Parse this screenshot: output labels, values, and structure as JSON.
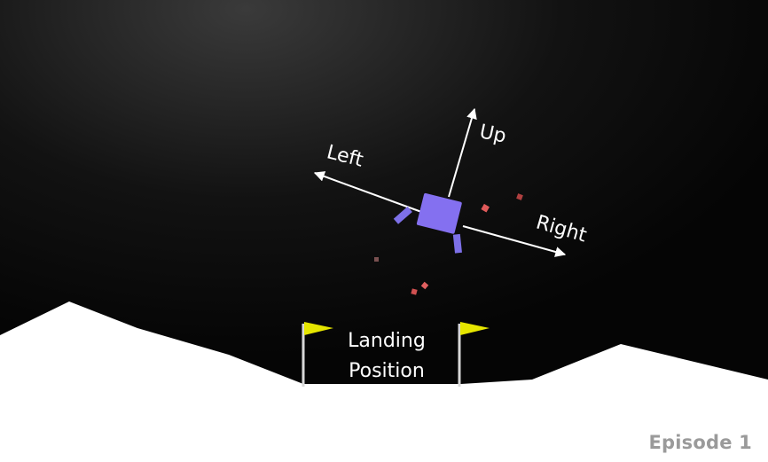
{
  "controls": {
    "up_label": "Up",
    "left_label": "Left",
    "right_label": "Right"
  },
  "landing": {
    "line1": "Landing",
    "line2": "Position"
  },
  "status": {
    "episode_label": "Episode 1"
  },
  "colors": {
    "sky": "#000000",
    "ground": "#ffffff",
    "lander": "#8470f0",
    "flag": "#e6e600",
    "particles": "#e05050",
    "arrows": "#ffffff"
  }
}
